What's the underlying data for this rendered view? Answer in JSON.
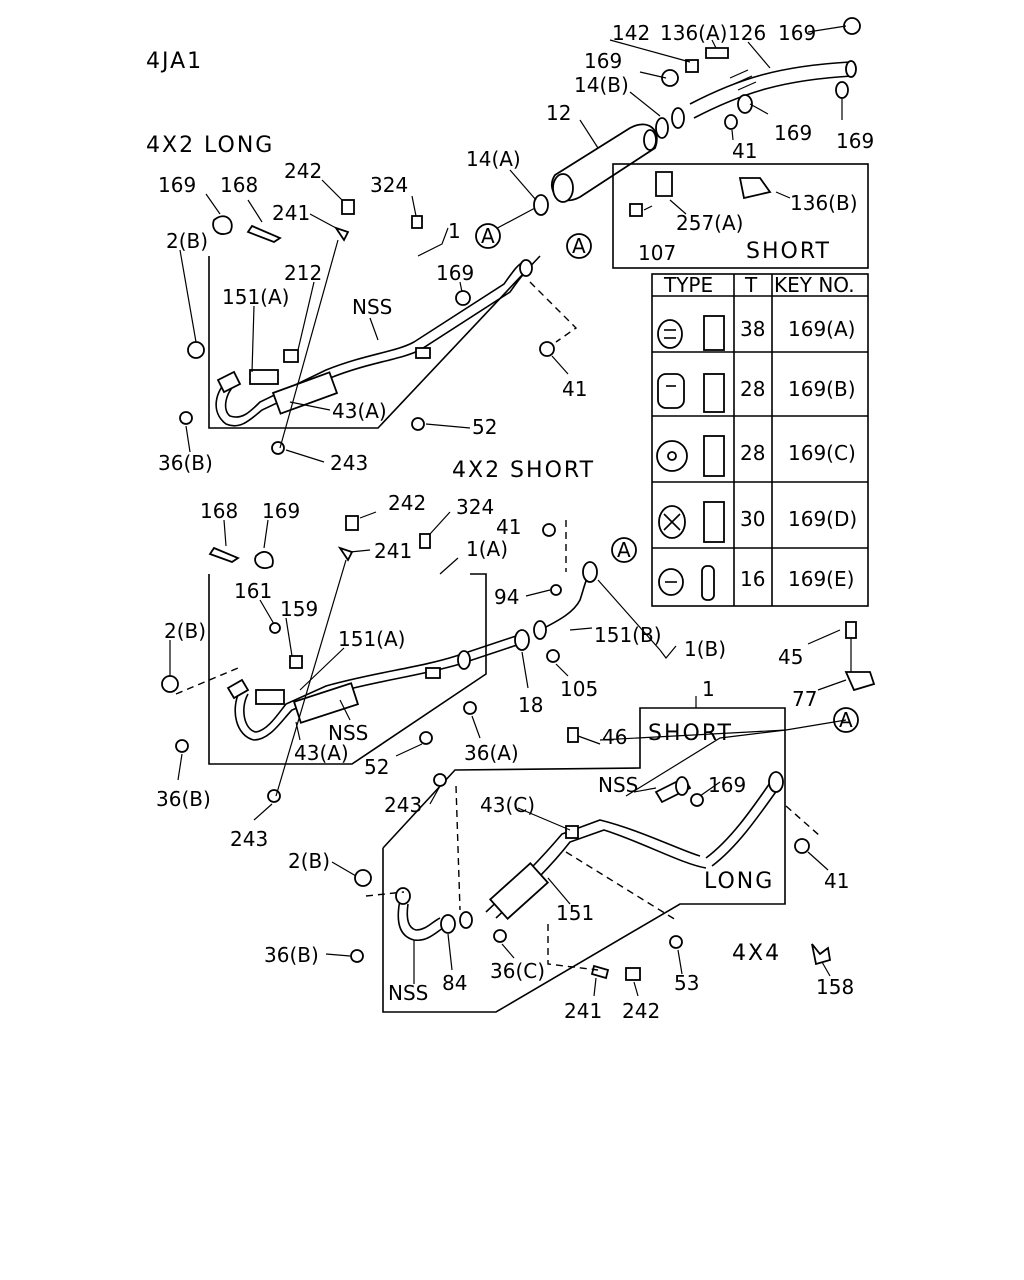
{
  "engine_code": "4JA1",
  "variants": {
    "long_4x2": "4X2  LONG",
    "short_4x2": "4X2  SHORT",
    "drive_4x4": "4X4",
    "inset_short": "SHORT",
    "bottom_short": "SHORT",
    "bottom_long": "LONG"
  },
  "circle_ref": "A",
  "table": {
    "headers": [
      "TYPE",
      "T",
      "KEY NO."
    ],
    "rows": [
      {
        "t": "38",
        "key": "169(A)"
      },
      {
        "t": "28",
        "key": "169(B)"
      },
      {
        "t": "28",
        "key": "169(C)"
      },
      {
        "t": "30",
        "key": "169(D)"
      },
      {
        "t": "16",
        "key": "169(E)"
      }
    ]
  },
  "callouts": {
    "c142": "142",
    "c136a": "136(A)",
    "c126": "126",
    "c169_topright": "169",
    "c169_top": "169",
    "c14b": "14(B)",
    "c12": "12",
    "c169_r1": "169",
    "c169_r2": "169",
    "c41_top": "41",
    "c14a": "14(A)",
    "c136b": "136(B)",
    "c257a": "257(A)",
    "c107": "107",
    "l_169": "169",
    "l_168": "168",
    "l_242": "242",
    "l_324": "324",
    "l_241": "241",
    "l_1": "1",
    "l_2b": "2(B)",
    "l_212": "212",
    "l_151a": "151(A)",
    "l_nss": "NSS",
    "l_169b": "169",
    "l_41": "41",
    "l_43a": "43(A)",
    "l_52": "52",
    "l_36b": "36(B)",
    "l_243": "243",
    "s_168": "168",
    "s_169": "169",
    "s_242": "242",
    "s_324": "324",
    "s_41": "41",
    "s_241": "241",
    "s_1a": "1(A)",
    "s_161": "161",
    "s_159": "159",
    "s_94": "94",
    "s_2b": "2(B)",
    "s_151a": "151(A)",
    "s_151b": "151(B)",
    "s_1b": "1(B)",
    "s_105": "105",
    "s_18": "18",
    "s_nss": "NSS",
    "s_43a": "43(A)",
    "s_52": "52",
    "s_36a": "36(A)",
    "s_36b": "36(B)",
    "s_243": "243",
    "r_45": "45",
    "r_77": "77",
    "b_1": "1",
    "b_46": "46",
    "b_nss": "NSS",
    "b_169": "169",
    "b_243": "243",
    "b_43c": "43(C)",
    "b_2b": "2(B)",
    "b_41": "41",
    "b_151": "151",
    "b_36b": "36(B)",
    "b_36c": "36(C)",
    "b_84": "84",
    "b_nss2": "NSS",
    "b_53": "53",
    "b_241": "241",
    "b_242": "242",
    "b_158": "158"
  }
}
